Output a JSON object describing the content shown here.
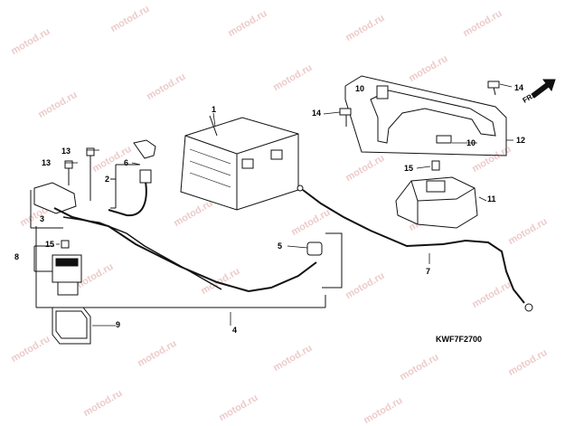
{
  "watermark_text": "motod.ru",
  "diagram_code": "KWF7F2700",
  "direction_label": "FR.",
  "callouts": {
    "c1": "1",
    "c2": "2",
    "c3": "3",
    "c4": "4",
    "c5": "5",
    "c6": "6",
    "c7": "7",
    "c8": "8",
    "c9": "9",
    "c10a": "10",
    "c10b": "10",
    "c11": "11",
    "c12": "12",
    "c13a": "13",
    "c13b": "13",
    "c14a": "14",
    "c14b": "14",
    "c15a": "15",
    "c15b": "15"
  },
  "colors": {
    "line": "#111111",
    "watermark": "#e8b9b9"
  },
  "icons": {
    "direction_arrow": "arrow-right-up-icon"
  }
}
